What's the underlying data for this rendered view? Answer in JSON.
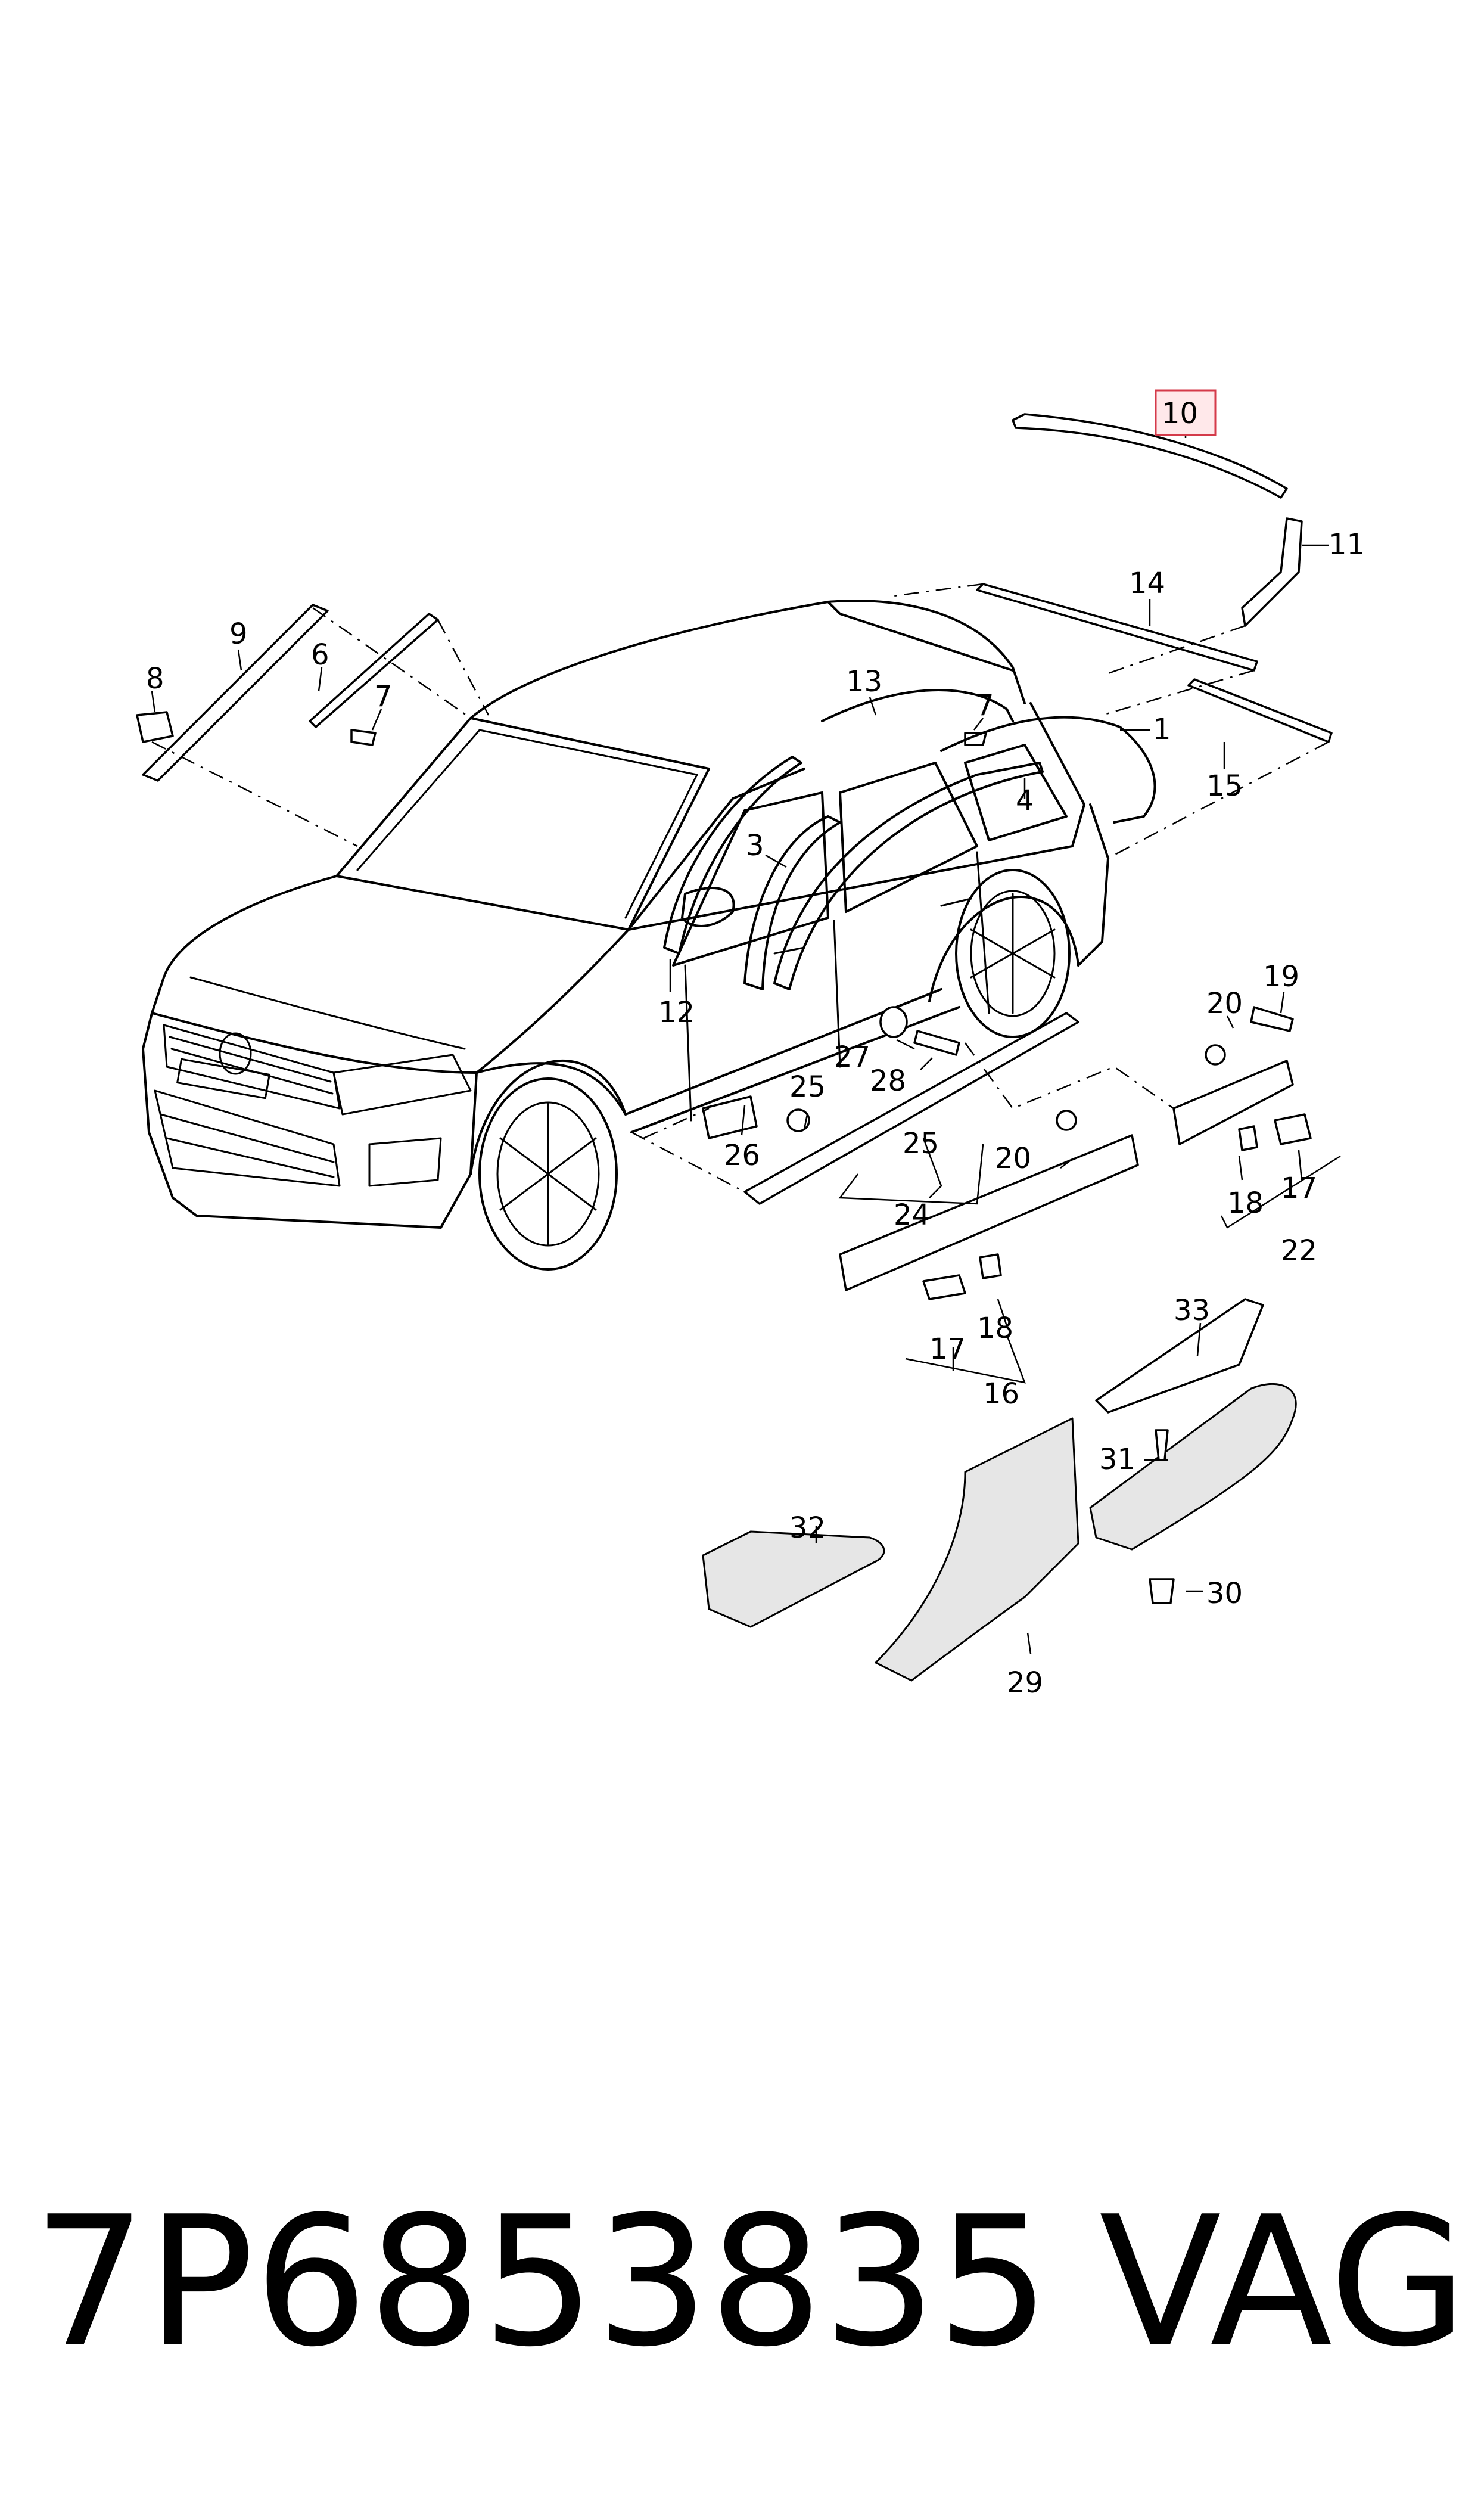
{
  "highlight_color": "#d43a4a",
  "part_number": "7P6853835",
  "brand": "VAG",
  "callouts": {
    "c1": "1",
    "c3": "3",
    "c4": "4",
    "c6": "6",
    "c7a": "7",
    "c7b": "7",
    "c8": "8",
    "c9": "9",
    "c10": "10",
    "c11": "11",
    "c12": "12",
    "c13": "13",
    "c14": "14",
    "c15": "15",
    "c16": "16",
    "c17a": "17",
    "c17b": "17",
    "c18a": "18",
    "c18b": "18",
    "c19": "19",
    "c20a": "20",
    "c20b": "20",
    "c22": "22",
    "c24": "24",
    "c25a": "25",
    "c25b": "25",
    "c26": "26",
    "c27": "27",
    "c28": "28",
    "c29": "29",
    "c30": "30",
    "c31": "31",
    "c32": "32",
    "c33": "33"
  }
}
